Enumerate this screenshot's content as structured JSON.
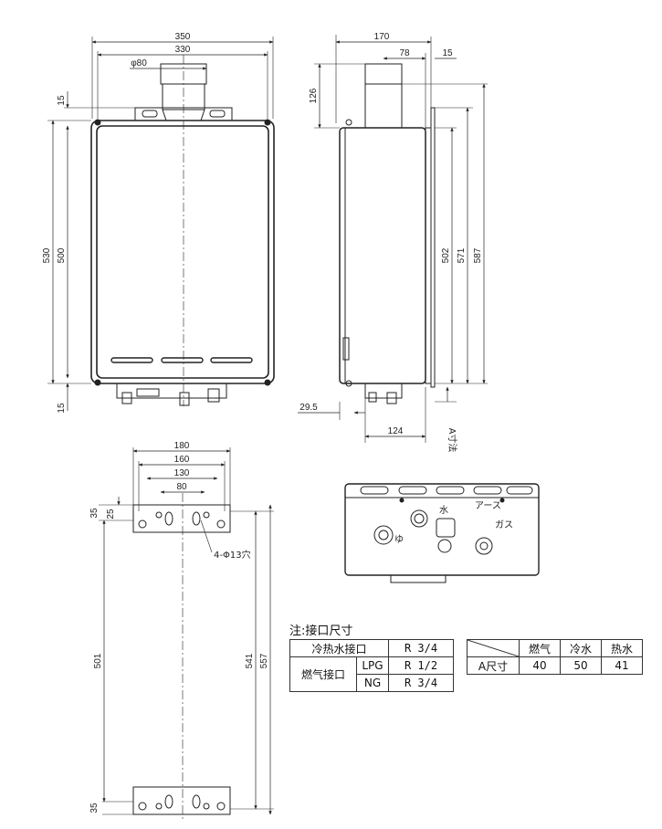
{
  "front_view": {
    "width_outer": "350",
    "width_inner": "330",
    "flue_dia": "φ80",
    "height_total": "530",
    "height_case": "500",
    "top_gap": "15",
    "bottom_gap": "15"
  },
  "side_view": {
    "depth_total": "170",
    "flue_offset": "78",
    "bracket_offset": "15",
    "flue_height": "126",
    "dim_502": "502",
    "dim_571": "571",
    "dim_587": "587",
    "dim_29_5": "29.5",
    "dim_124": "124",
    "a_label": "A寸法"
  },
  "bracket_view": {
    "w180": "180",
    "w160": "160",
    "w130": "130",
    "w80": "80",
    "h35_top": "35",
    "h25": "25",
    "holes": "4-Φ13穴",
    "h501": "501",
    "h541": "541",
    "h557": "557",
    "h35_bottom": "35"
  },
  "bottom_view_labels": {
    "earth": "アース",
    "water": "水",
    "gas": "ガス",
    "hot": "ゆ"
  },
  "notes": {
    "title": "注:接口尺寸",
    "connection_table": {
      "row1_label": "冷热水接口",
      "row1_value": "R 3/4",
      "gas_label": "燃气接口",
      "lpg": "LPG",
      "lpg_value": "R 1/2",
      "ng": "NG",
      "ng_value": "R 3/4"
    },
    "a_table": {
      "headers": [
        "燃气",
        "冷水",
        "热水"
      ],
      "row_label": "A尺寸",
      "values": [
        "40",
        "50",
        "41"
      ]
    }
  }
}
